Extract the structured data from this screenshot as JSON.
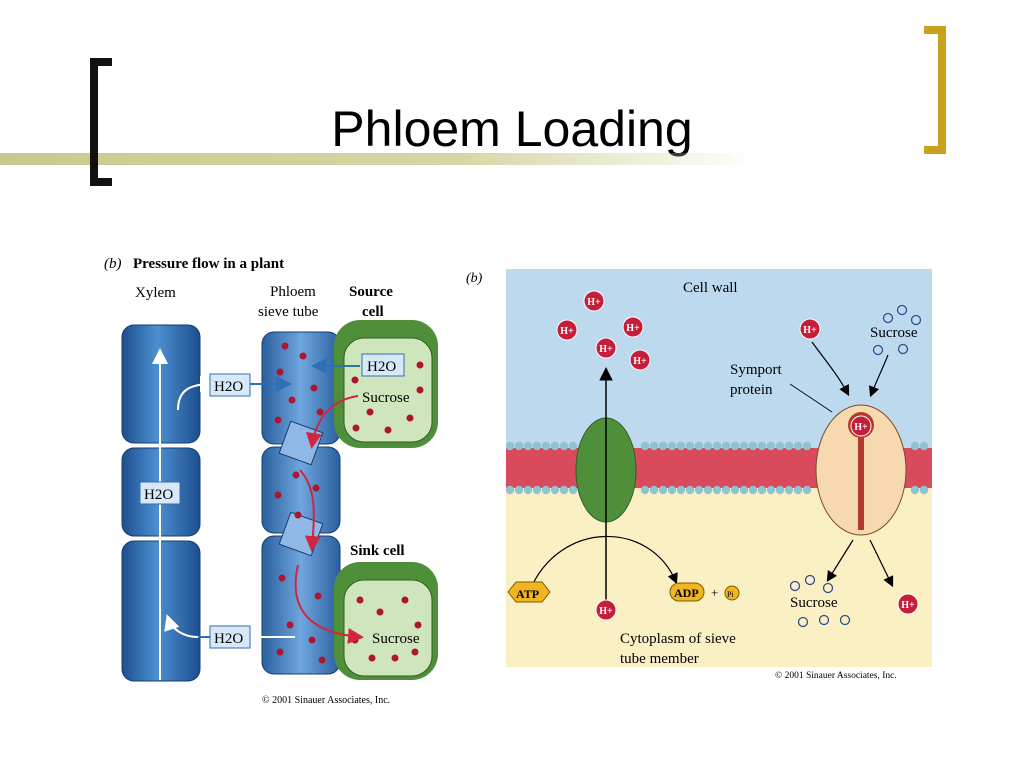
{
  "slide": {
    "title": "Phloem Loading"
  },
  "left_figure": {
    "panel_letter": "(b)",
    "heading": "Pressure flow in a plant",
    "xylem_label": "Xylem",
    "phloem_label_1": "Phloem",
    "phloem_label_2": "sieve tube",
    "source_label_1": "Source",
    "source_label_2": "cell",
    "sink_label": "Sink cell",
    "water_label": "H2O",
    "sucrose_label": "Sucrose",
    "copyright": "© 2001 Sinauer Associates, Inc."
  },
  "right_figure": {
    "panel_letter": "(b)",
    "cell_wall_label": "Cell wall",
    "sucrose_label": "Sucrose",
    "symport_label_1": "Symport",
    "symport_label_2": "protein",
    "proton_label": "H+",
    "atp_label": "ATP",
    "adp_label": "ADP",
    "plus_label": "+",
    "pi_label": "Pi",
    "cytoplasm_label_1": "Cytoplasm of sieve",
    "cytoplasm_label_2": "tube member",
    "copyright": "© 2001 Sinauer Associates, Inc."
  },
  "colors": {
    "xylem_blue": "#2f6fb5",
    "membrane_red": "#c23a4a",
    "cell_green": "#4f8f3a",
    "proton_red": "#c41e3a",
    "bracket_gold": "#c9a21d"
  }
}
